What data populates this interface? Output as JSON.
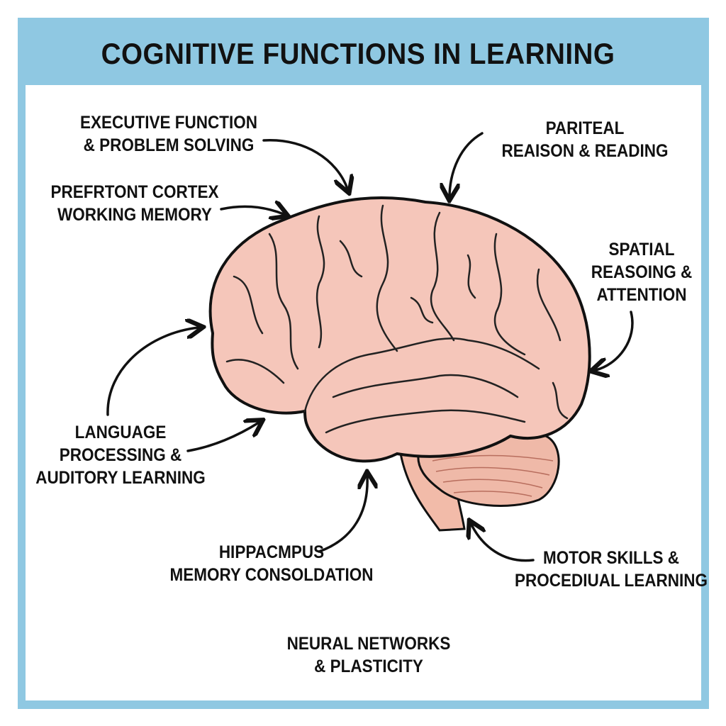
{
  "title": "COGNITIVE FUNCTIONS IN LEARNING",
  "labels": {
    "executive": [
      "EXECUTIVE FUNCTION",
      "& PROBLEM SOLVING"
    ],
    "parietal": [
      "PARITEAL",
      "REAISON & READING"
    ],
    "prefrontal": [
      "PREFRTONT CORTEX",
      "WORKING MEMORY"
    ],
    "spatial": [
      "SPATIAL",
      "REASOING &",
      "ATTENTION"
    ],
    "language": [
      "LANGUAGE",
      "PROCESSING &",
      "AUDITORY LEARNING"
    ],
    "hippocampus": [
      "HIPPACMPUS",
      "MEMORY CONSOLDATION"
    ],
    "motor": [
      "MOTOR SKILLS &",
      "PROCEDIUAL LEARNING"
    ],
    "neural": [
      "NEURAL NETWORKS",
      "& PLASTICITY"
    ]
  },
  "colors": {
    "frame": "#8fc8e2",
    "brain": "#f5c6ba",
    "outline": "#111111"
  }
}
